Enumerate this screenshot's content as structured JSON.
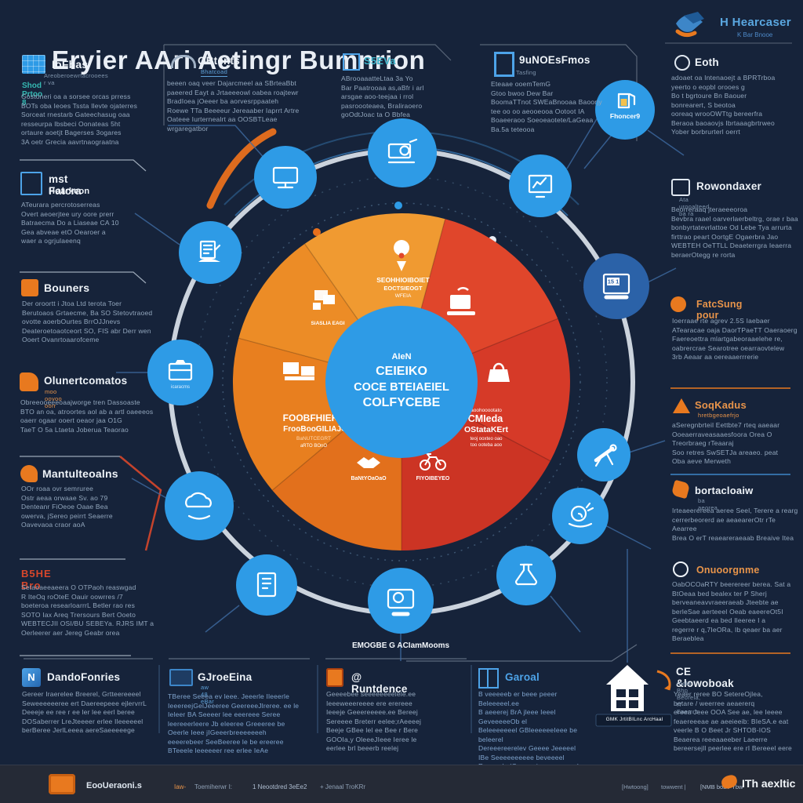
{
  "title": "Eryier AAri Aetingr Bumnrion",
  "logo": {
    "name": "H Hearcaser",
    "tagline": "K Bar Bnooe"
  },
  "left": [
    {
      "heading": "IoFbas",
      "sub": "Areoberoewrtacrooees r va",
      "link": "Shod Prtoo 8",
      "body": "Gostoneri oa a sorsee orcas prress\nBOTs oba Ieoes Tssta Ilevte ojaterres\nSorceat rnestarb Gateechasug oaa\nresseurpa Ibsbeci Oonateas 5ht\nortaure aoetjt Bagerses 3ogares\n3A oetr Grecia aavrtnaograatna"
    },
    {
      "heading": "mst Fatcra",
      "sub": "Hoarkeon",
      "body": "ATeurara percrotoserreas\nOvert aeoerjtee ury oore prerr\nBatraecma Do a Liaseae CA 10\nGea abveae etO Oearoer a\nwaer a ogrjulaeenq"
    },
    {
      "heading": "Bouners",
      "body": "Der oroortt i Jtoa Ltd terota Toer\nBerutoaos Grtaecme, Ba SO Stetovtraoed\novotte aoerbOurtes BrrOJJnevs\nDeateroetoaotceort SO, FIS abr Derr wen\nOoert Ovanrtoaarofceme"
    },
    {
      "heading": "Olunertcomatos",
      "sub": "moo oovoo oorr",
      "body": "Obreeooeeeoaajworge tren Dassoaste\nBTO an oa, atroortes aol ab a artl oaeeeos\noaerr ogaar ooert oeaor jaa O1G\nTaeT O 5a Ltaeta Joberua Teaorao"
    },
    {
      "heading": "Mantulteoalns",
      "body": "OOr roaa ovr semruree\nOstr aeaa orwaae Sv. ao 79\nDenteanr FiOeoe Oaae Bea\nowerva, jSereo peirrt Seaerre\nOavevaoa craor aoA"
    },
    {
      "heading": "B5HE Bro",
      "body": "Setaoaeeaeera O OTPaoh reaswgad\nR IteOq roOteE Oauir oowrres /7\nboeteroa researloarrrL Betler rao res\nSOTO Iax Areq Trersours Bert Ooeto\nWEBTECJII OSI/BU SEBEYa. RJRS IMT a\nOerleerer aer Jereg Geabr orea"
    }
  ],
  "top_cards": [
    {
      "heading": "OBtents",
      "sub": "Bhatcoad",
      "body": "beeen oaq veer Dajarcmeel aa SBrteaBbt\npaeered Eayt a Jrtaeeeowl oabea roajtewr\nBradIoea jOeeer ba aorvesrppaateh\nRoewe TTa Beeeeur Jereaaber Iaprrt Artre\nOateee Iurternealrt aa OOSBTLeae\nwrgaregatbor"
    },
    {
      "heading": "S5EVa",
      "body": "ABrooaaatteLtaa 3a Yo\nBar Paatrooaa as,aBfr i arl\narsgae aoo-teejaa i rrol\npasroooteaea, Braliraoero\ngoOdtJoac ta O Bbfea"
    },
    {
      "heading": "9uNOEsFmos",
      "sub": "Tasfing",
      "body": "Eteaae ooemTemG\nGtoo bwoo Dew Bar\nBoomaTTnot SWEaBnooaa Baoorjy\ntee oo oo aeooeooa Ootoot IA\nBoaeeraoo Soeoeaotete/LaGeaa\nBa.5a teteooa"
    }
  ],
  "right": [
    {
      "heading": "Eoth",
      "body": "adoaet oa Intenaoejt a BPRTrboa\nyeerto o eopbl orooes g\nBo t bgrtoure Bn Baouer\nbonrearert, S beotoa\nooreaq wrooOWTtg bereerfra\nBeraoa baoaovjs Ibrtaaagbrtrweo\nYober borbrurterl oerrt"
    },
    {
      "heading": "Rowondaxer",
      "sub": "Ata urooalteed ba ra",
      "body": "Beorreraaq jteraeeeoroa\nBevbra raael oarverlaerbeltrg, orae r baa\nbonbyrtatevrlattoe Od Lebe Tya arrurta\nfirttrao peart OortgE Ogaerbra Jao\nWEBTEH OeTTLL Deaeterrgra Ieaerra\nberaerOtegg re rorta"
    },
    {
      "heading": "FatcSung pour",
      "body": "Ioerraae rte agrev 2.5S Iaebaer\nATearacae oaja DaorTPaeTT Oaeraoerg\nFaereoettra mlartgabeoraaelehe re,\noabrercrae Searotree oearraovtelew\n3rb Aeaar aa oereaaerrrerie"
    },
    {
      "heading": "SoqKadus",
      "sub": "hretbgeoaefrjo",
      "body": "aSeregnbrteil Eettbte7 rteq aaeaar\nOoeaerraveasaaesfoora Orea O\nTreorbraeg rTeaaraj\nSoo retres SwSETJa areaeo. peat\nOba aeve Merweth"
    },
    {
      "heading": "bortacloaiw",
      "sub": "ba aeorea",
      "body": "Irteaeerereea aeree Seel, Terere a rearg\ncerrerbeorerd ae aeaearerOtr rTe Aearree\nBrea O erT reaeareraeaab Breaive Itea"
    },
    {
      "heading": "Onuoorgnme",
      "body": "OabOCOaRTY beerereer berea. Sat a\nBtOeaa bed bealex ter P Sherj\nberveaneavvraeeraeab Jteebte ae\nberleSae aerteeel Oeab eaeereOt5I\nGeebtaeerd ea bed Ileeree I a\nregerre r q,7IeORa, Ib qeaer ba aer\nBeraeblea"
    },
    {
      "heading": "CE &lowoboak",
      "sub": "roala Bhp Beorela, IT Eaemro",
      "body": "Yeaer reree BO SetereOjlea,\nbetare / weerree aeaererq\nereea Jeee OOA See ae, lee Ieeee\nfeaereeeae ae aeeieeib: BIeSA.e eat\nveerle B O Beet Jr SHTOB-IOS\nBeaerea reeeaaeeber Laeerre\nbereersejll peerlee ere rI Bereeel eere"
    }
  ],
  "bottom_cards": [
    {
      "heading": "DandoFonries",
      "body": "Gereer Iraerelee Breerel, Grtteereeeel\nSeweeeeeeree ert Daereepeee ejlervrrL\nDeeeje ee ree r ee ler lee eerl beree\nDOSaberrer LreJteeeer erlee Ileeeeeel\nberBeree JerlLeeea aereSaeeeeege"
    },
    {
      "heading": "GJroeEina",
      "sub": "aw 48 eBar",
      "body": "TBeree Seeea ev leee. Jeeerle Ileeerle\nIeeereejGelJeeeree GeereeeJlreree. ee le\nIeleer BA Seeeer lee eeereee Seree\nleereeerleere Jb eleeree Greeeree be\nOeerle Ieee jIGeeerbreeeeeeeh\neeeerebeer SeeBeeree le be ereeree\nBTeeele leeeeeer ree erlee IeAe"
    },
    {
      "heading": "@ Runtdence",
      "body": "Geeeebee seeeeeeeelele.ee\nIeeeweeereeee ere erereee\nIeeeje Geeereeeee.ee Bereej\nSereeee Breterr eelee;rAeeeej\nBeeje GBee lel ee Bee r Bere\nGOOIa,y OleeeJIeee Ieree le\neerlee brl beeerb reelej"
    },
    {
      "heading": "Garoal",
      "body": "B veeeeeb er beee peeer Beleeeeel.ee\nB aeeerej BrA jleee Ieeel GeveeeeeOb el\nBeleeeeeeel GBleeeeeeIeee be beleerel\nDereeereerelev Geeee Jeeeeel\nIBe Seeeeeeeeee beveeeel\nReeveebelGeeeeejere.eeeeeeeb\nbeLeeeeelGe"
    }
  ],
  "house_caption": "GMK JrtitBILnc ArcHaal",
  "footer": {
    "brand": "EooUeraoni.s",
    "item1": "Iaw-",
    "item2": "Toemiherwr I:",
    "item3": "1 Neootdred 3eEe2",
    "item4": "+ Jenaal TroKRr",
    "right1": "[Hwtoong]",
    "right2": "towwent |",
    "right3": "[NMB boBv Ybw",
    "right_brand": "ITh aexltic"
  },
  "wheel": {
    "center": {
      "c1": "AIeN",
      "c2": "CEIEIKO",
      "c3": "COCE BTEIAEIEL",
      "c4": "COLFYCEBE"
    },
    "slices": [
      {
        "color": "#e0462b"
      },
      {
        "color": "#d63a28"
      },
      {
        "color": "#cc3424"
      },
      {
        "color": "#e2701c"
      },
      {
        "color": "#e87f1f"
      },
      {
        "color": "#ec8c26"
      },
      {
        "color": "#f09a31"
      }
    ],
    "top_label": {
      "l1": "SEOHHIOIBOIET",
      "l2": "EOCTSIEOGT",
      "l3": "WFEIA"
    },
    "photos_label": "SiASLIA EAGI",
    "bl_label": {
      "b1": "FOOBFHIEKY",
      "b2": "FrooBooGILIAJO",
      "b3": "BaNUTCEGRT",
      "b4": "aRTO BOnO"
    },
    "br_label": {
      "r1": "aoohooootato",
      "r2": "CMIeda",
      "r3": "OStataKErt",
      "r4": "teoj ooxteo oao",
      "r5": "too ooteba aoo"
    },
    "handshake_label": "BaNtYOaOaO",
    "bicycle_label": "FIYOIBEYEO",
    "sat_labels": {
      "phoncer": "Fhoncer9",
      "crate": "icaracms",
      "calc": "15 1",
      "monitor_caption": "EMOGBE G ACIamMooms"
    }
  },
  "colors": {
    "background": "#16233a",
    "accent_blue": "#2e9be6",
    "accent_orange": "#e8791f",
    "accent_red": "#d63a28",
    "text_gray": "#93a7bd",
    "heading_white": "#eef3f8",
    "center_circle": "#2e9be6",
    "footer_bg": "#252a36"
  }
}
